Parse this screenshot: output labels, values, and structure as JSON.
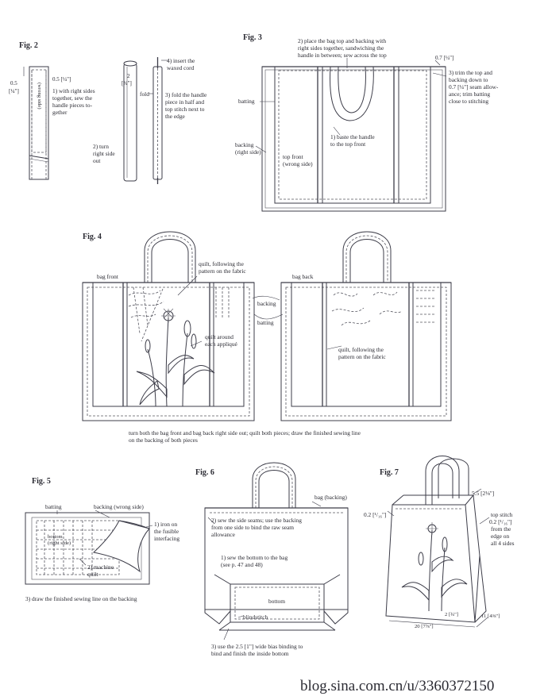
{
  "fig2": {
    "title": "Fig. 2",
    "dim_left": "0.5",
    "dim_left_frac": "[¼\"]",
    "dim_right": "0.5 [¼\"]",
    "label_wrong_side": "(wrong side)",
    "step1": [
      "1) with right sides",
      "together, sew the",
      "handle pieces to-",
      "gether"
    ],
    "step2": [
      "2) turn",
      "right side",
      "out"
    ],
    "dim_2": "2",
    "dim_2_frac": "[¾\"]",
    "label_fold": "fold",
    "step3": [
      "3) fold the handle",
      "piece in half and",
      "top stitch next to",
      "the edge"
    ],
    "step4": [
      "4) insert the",
      "waxed cord"
    ]
  },
  "fig3": {
    "title": "Fig. 3",
    "step2": [
      "2) place the bag top and backing with",
      "right sides together, sandwiching the",
      "handle in between; sew across the top"
    ],
    "dim": "0.7 [¼\"]",
    "step3": [
      "3) trim the top and",
      "backing down to",
      "0.7 [¼\"] seam allow-",
      "ance; trim batting",
      "close to stitching"
    ],
    "label_batting": "batting",
    "label_backing": [
      "backing",
      "(right side)"
    ],
    "step1": [
      "1) baste the handle",
      "to the top front"
    ],
    "label_top_front": [
      "top front",
      "(wrong side)"
    ]
  },
  "fig4": {
    "title": "Fig. 4",
    "label_bag_front": "bag front",
    "label_quilt_pattern": [
      "quilt, following the",
      "pattern on the fabric"
    ],
    "label_quilt_applique": [
      "quilt around",
      "each appliqué"
    ],
    "label_backing": "backing",
    "label_batting": "batting",
    "label_bag_back": "bag back",
    "label_quilt_back": [
      "quilt, following the",
      "pattern on the fabric"
    ],
    "caption": [
      "turn both the bag front and bag back right side out; quilt both pieces; draw the finished sewing line",
      "on the backing of both pieces"
    ]
  },
  "fig5": {
    "title": "Fig. 5",
    "label_batting": "batting",
    "label_backing": "backing (wrong side)",
    "label_bottom": [
      "bottom",
      "(right side)"
    ],
    "step1": [
      "1) iron on",
      "the fusible",
      "interfacing"
    ],
    "step2": [
      "2) machine",
      "quilt"
    ],
    "step3": "3) draw the finished sewing line on the backing"
  },
  "fig6": {
    "title": "Fig. 6",
    "label_bag": "bag (backing)",
    "step2": [
      "2) sew the side seams; use the backing",
      "from one side to bind the raw seam",
      "allowance"
    ],
    "step1": [
      "1) sew the bottom to the bag",
      "(see p. 47 and 48)"
    ],
    "label_bottom": "bottom",
    "label_blindstitch": "blindstitch",
    "step3": [
      "3) use the 2.5 [1\"] wide bias binding to",
      "bind and finish the inside bottom"
    ]
  },
  "fig7": {
    "title": "Fig. 7",
    "dim_top": "5.5 [2⅛\"]",
    "dim_left": "0.2 [¹/₁₆\"]",
    "topstitch": [
      "top stitch",
      "0.2 [¹/₁₆\"]",
      "from the",
      "edge on",
      "all 4 sides"
    ],
    "dim_2": "2 [¾\"]",
    "dim_11": "11 [4⅜\"]",
    "dim_20": "20 [7⅞\"]"
  },
  "watermark": "blog.sina.com.cn/u/3360372150"
}
